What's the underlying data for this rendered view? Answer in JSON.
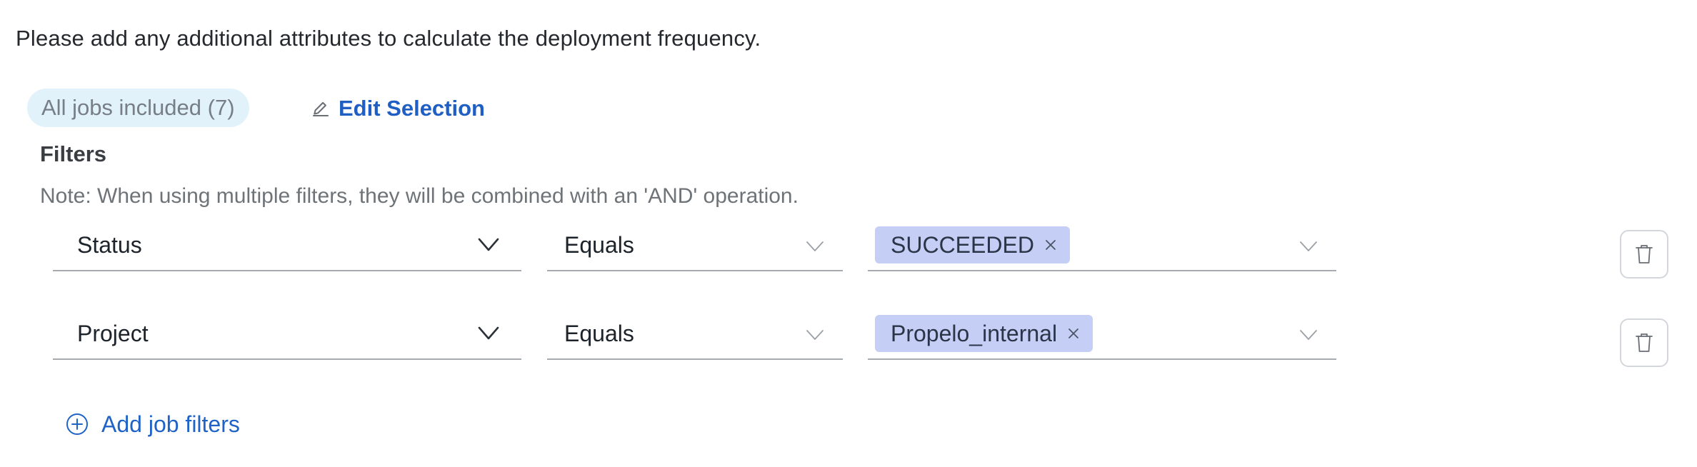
{
  "intro_text": "Please add any additional attributes to calculate the deployment frequency.",
  "jobs": {
    "included_label": "All jobs included (7)",
    "edit_label": "Edit Selection"
  },
  "filters": {
    "title": "Filters",
    "note": "Note: When using multiple filters, they will be combined with an 'AND' operation.",
    "rows": [
      {
        "field": "Status",
        "operator": "Equals",
        "value_chip": "SUCCEEDED"
      },
      {
        "field": "Project",
        "operator": "Equals",
        "value_chip": "Propelo_internal"
      }
    ],
    "add_label": "Add job filters"
  },
  "colors": {
    "link": "#1f5fc4",
    "pill_bg": "#e2f2fb",
    "chip_bg": "#c5cff5"
  },
  "icons": [
    "pencil-icon",
    "chevron-down-icon",
    "close-icon",
    "trash-icon",
    "plus-circle-icon"
  ]
}
